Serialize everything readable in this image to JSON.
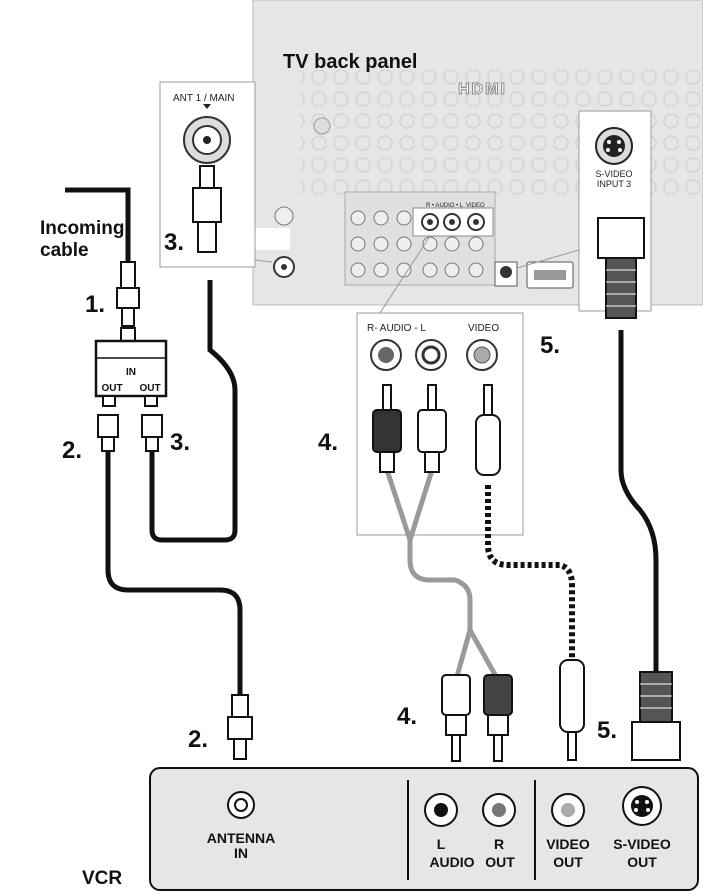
{
  "tv_panel": {
    "title": "TV back panel",
    "hdmi_logo": "HDMI",
    "ant_label": "ANT 1 / MAIN",
    "svideo_input_line1": "S-VIDEO",
    "svideo_input_line2": "INPUT 3",
    "audio_header": "R- AUDIO - L",
    "video_header": "VIDEO"
  },
  "labels": {
    "incoming_line1": "Incoming",
    "incoming_line2": "cable",
    "step1": "1.",
    "step2a": "2.",
    "step2b": "2.",
    "step3a": "3.",
    "step3b": "3.",
    "step4a": "4.",
    "step4b": "4.",
    "step5a": "5.",
    "step5b": "5.",
    "splitter_in": "IN",
    "splitter_out_left": "OUT",
    "splitter_out_right": "OUT"
  },
  "vcr": {
    "name": "VCR",
    "antenna_line1": "ANTENNA",
    "antenna_line2": "IN",
    "l_label": "L",
    "r_label": "R",
    "audio_label": "AUDIO",
    "out_label": "OUT",
    "video_line1": "VIDEO",
    "video_line2": "OUT",
    "svideo_line1": "S-VIDEO",
    "svideo_line2": "OUT"
  },
  "colors": {
    "panel": "#e6e6e6",
    "cable_black": "#111111",
    "cable_gray": "#9a9a9a"
  }
}
